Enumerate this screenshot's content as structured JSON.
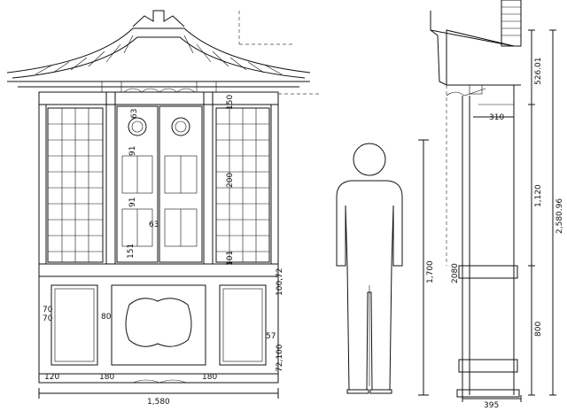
{
  "front": {
    "label_1580": "1,580",
    "label_180_a": "180",
    "label_180_b": "180",
    "label_120": "120",
    "label_80": "80",
    "label_70_a": "70",
    "label_70_b": "70",
    "label_57": "57",
    "label_72_100": "72,100",
    "label_100_72": "100,72",
    "label_101": "101",
    "label_200": "200",
    "label_150": "150",
    "label_63_a": "63",
    "label_63_b": "63",
    "label_91_a": "91",
    "label_91_b": "91",
    "label_151": "151"
  },
  "figure": {
    "label_1700": "1,700"
  },
  "side": {
    "label_395": "395",
    "label_310": "310",
    "label_526": "526.01",
    "label_1120": "1,120",
    "label_800": "800",
    "label_2580": "2,580.96",
    "label_2080": "2080"
  }
}
